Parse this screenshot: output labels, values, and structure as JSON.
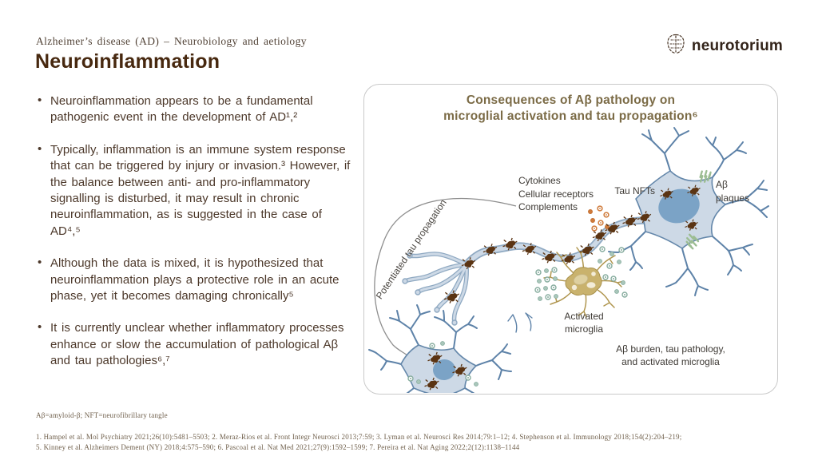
{
  "page": {
    "kicker": "Alzheimer’s disease (AD) – Neurobiology and aetiology",
    "title": "Neuroinflammation",
    "logo": {
      "text": "neurotorium"
    },
    "bullets": [
      "Neuroinflammation appears to be a fundamental pathogenic event in the development of AD¹,²",
      "Typically, inflammation is an immune system response that can be triggered by injury or invasion.³ However, if the balance between anti- and pro-inflammatory signalling is disturbed, it may result in chronic neuroinflammation, as is suggested in the case of AD⁴,⁵",
      "Although the data is mixed, it is hypothesized that neuroinflammation plays a protective role in an acute phase, yet it becomes damaging chronically⁵",
      "It is currently unclear whether inflammatory processes enhance or slow the accumulation of pathological Aβ and tau pathologies⁶,⁷"
    ],
    "figure": {
      "title_line1": "Consequences of Aβ pathology on",
      "title_line2": "microglial activation and tau propagation⁶",
      "labels": {
        "cytokines": "Cytokines\nCellular receptors\nComplements",
        "tau_nfts": "Tau NFTs",
        "abeta_plaques": "Aβ\nplaques",
        "potentiated": "Potentiated tau propagation",
        "activated_microglia": "Activated\nmicroglia",
        "abeta_burden": "Aβ burden, tau pathology,\nand activated microglia"
      }
    },
    "footer": {
      "abbreviations": "Aβ=amyloid-β; NFT=neurofibrillary tangle",
      "references_line1": "1. Hampel et al. Mol Psychiatry 2021;26(10):5481–5503; 2. Meraz-Rios et al. Front Integr Neurosci 2013;7:59; 3. Lyman et al. Neurosci Res 2014;79:1–12; 4. Stephenson et al. Immunology 2018;154(2):204–219;",
      "references_line2": "5. Kinney et al. Alzheimers Dement (NY) 2018;4:575–590; 6. Pascoal et al. Nat Med 2021;27(9):1592–1599; 7. Pereira et al. Nat Aging 2022;2(12):1138–1144"
    },
    "colors": {
      "slide_title": "#47280f",
      "body_text": "#4c382a",
      "figure_title": "#7b6b46",
      "figure_label": "#3e3a35",
      "footer_text": "#70604c",
      "neuron_fill": "#cdd9e6",
      "neuron_stroke": "#6487aa",
      "nucleus_blue": "#7ba3c6",
      "tau_tangle_brown": "#5b3413",
      "plaque_green": "#9cbd92",
      "microglia_tan": "#c9b26d",
      "signal_dot_teal": "#86ac9e",
      "cytokine_dot_orange": "#cf7a3a",
      "arrow_gray": "#8e8e8e"
    }
  }
}
